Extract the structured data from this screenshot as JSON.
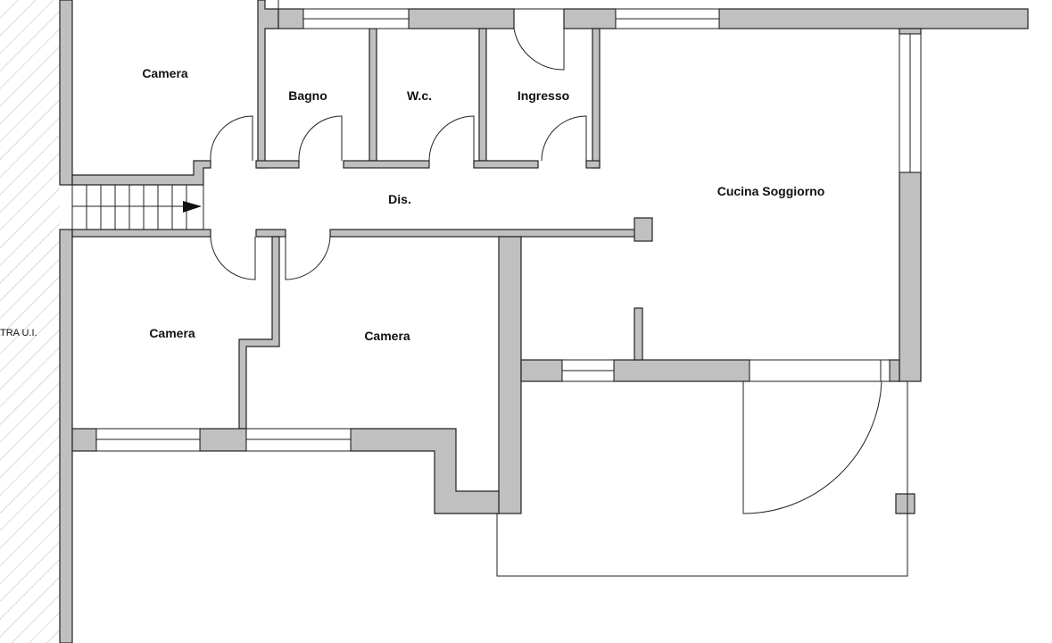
{
  "plan": {
    "rooms": {
      "camera_top": "Camera",
      "bagno": "Bagno",
      "wc": "W.c.",
      "ingresso": "Ingresso",
      "dis": "Dis.",
      "cucina_soggiorno": "Cucina Soggiorno",
      "camera_bottom_left": "Camera",
      "camera_bottom_mid": "Camera"
    },
    "side_label": "TRA U.I.",
    "colors": {
      "wall": "#c0c0c0",
      "line": "#222222"
    }
  }
}
